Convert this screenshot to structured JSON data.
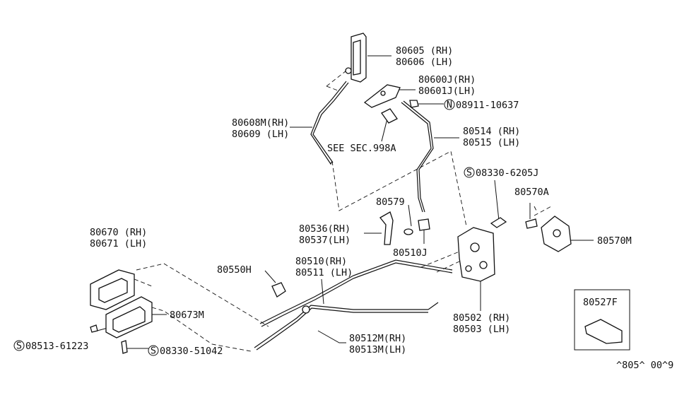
{
  "diagram": {
    "labels": {
      "l80605": "80605 (RH)",
      "l80606": "80606 (LH)",
      "l80600J": "80600J(RH)",
      "l80601J": "80601J(LH)",
      "n08911": "08911-10637",
      "l80608M": "80608M(RH)",
      "l80609": "80609 (LH)",
      "l80514": "80514 (RH)",
      "l80515": "80515 (LH)",
      "seeSec": "SEE SEC.998A",
      "s08330_6205J": "08330-6205J",
      "l80570A": "80570A",
      "l80579": "80579",
      "l80536": "80536(RH)",
      "l80537": "80537(LH)",
      "l80510J": "80510J",
      "l80570M": "80570M",
      "l80670": "80670 (RH)",
      "l80671": "80671 (LH)",
      "l80550H": "80550H",
      "l80510": "80510(RH)",
      "l80511": "80511 (LH)",
      "l80673M": "80673M",
      "l80502": "80502 (RH)",
      "l80503": "80503 (LH)",
      "l80527F": "80527F",
      "s08513": "08513-61223",
      "s08330_51042": "08330-51042",
      "l80512M": "80512M(RH)",
      "l80513M": "80513M(LH)",
      "footer": "^805^ 00^9"
    },
    "symbols": {
      "n": "N",
      "s": "S"
    }
  }
}
